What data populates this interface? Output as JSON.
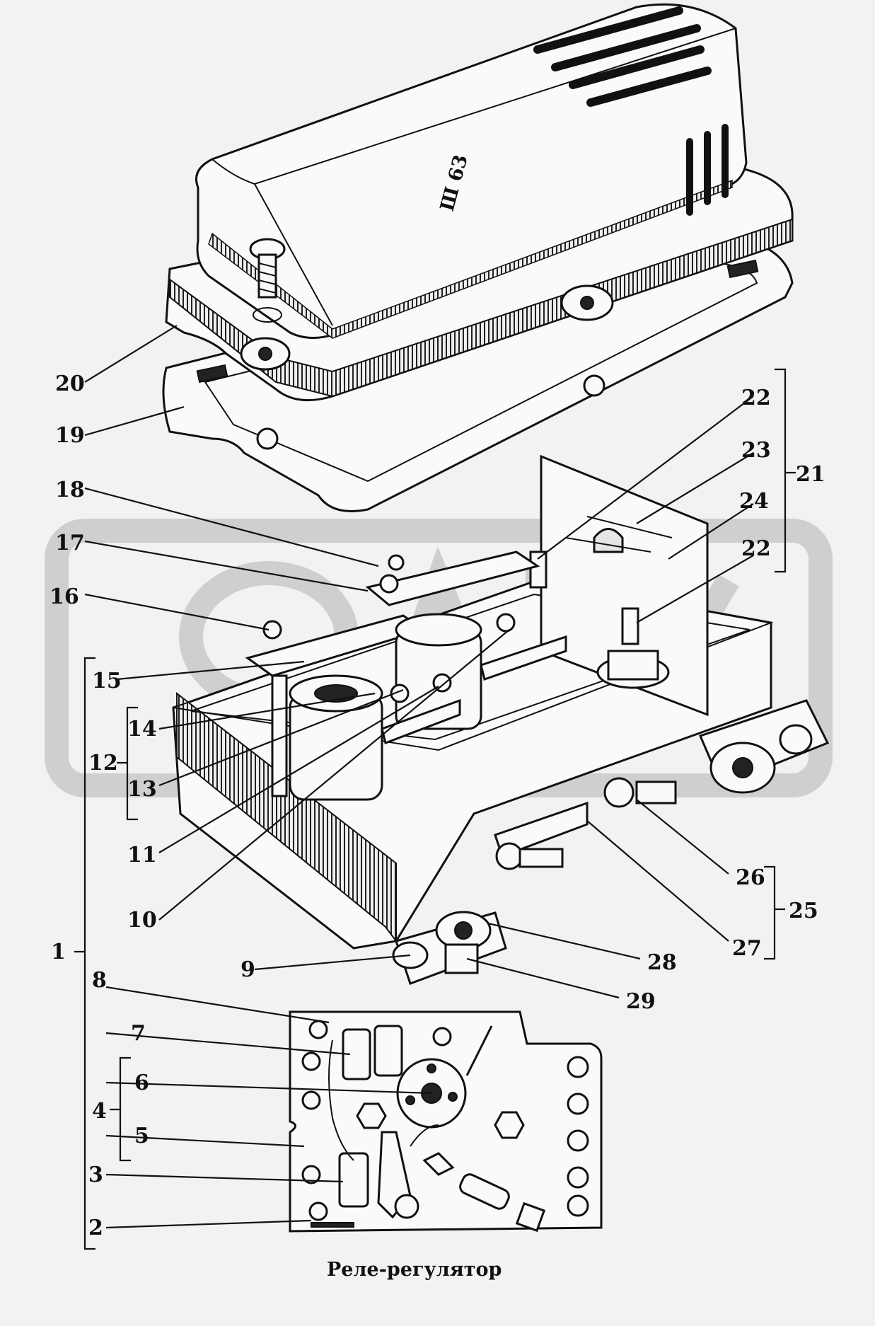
{
  "caption": "Реле-регулятор",
  "cover_marking": "Ш  63",
  "callouts": [
    "1",
    "2",
    "3",
    "4",
    "5",
    "6",
    "7",
    "8",
    "9",
    "10",
    "11",
    "12",
    "13",
    "14",
    "15",
    "16",
    "17",
    "18",
    "19",
    "20",
    "21",
    "22",
    "22",
    "23",
    "24",
    "25",
    "26",
    "27",
    "28",
    "29"
  ]
}
